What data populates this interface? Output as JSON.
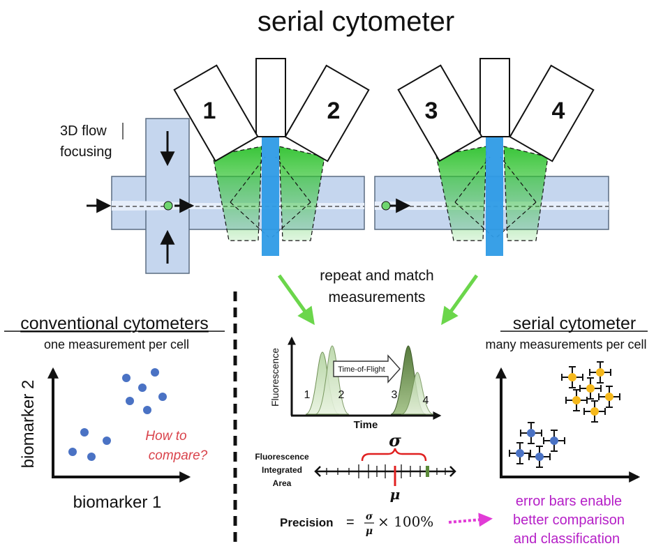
{
  "title": "serial cytometer",
  "top": {
    "focus_label_line1": "3D flow",
    "focus_label_line2": "focusing",
    "detector_labels": [
      "1",
      "2",
      "3",
      "4"
    ],
    "repeat_line1": "repeat and match",
    "repeat_line2": "measurements"
  },
  "left_panel": {
    "heading": "conventional cytometers",
    "subheading": "one measurement per cell",
    "ylabel": "biomarker 2",
    "xlabel": "biomarker 1",
    "question_line1": "How to",
    "question_line2": "compare?"
  },
  "center_panel": {
    "ylabel": "Fluorescence",
    "xlabel": "Time",
    "tof_label": "Time-of-Flight",
    "peak_labels": [
      "1",
      "2",
      "3",
      "4"
    ],
    "integrated_line1": "Fluorescence",
    "integrated_line2": "Integrated",
    "integrated_line3": "Area",
    "sigma": "σ",
    "mu": "μ",
    "precision_label": "Precision",
    "precision_eq": "=",
    "frac_num": "σ",
    "frac_den": "μ",
    "precision_rest": "× 100%"
  },
  "right_panel": {
    "heading": "serial cytometer",
    "subheading": "many measurements per cell",
    "note_line1": "error bars enable",
    "note_line2": "better comparison",
    "note_line3": "and classification"
  },
  "colors": {
    "channel_fill": "#c5d6ee",
    "channel_edge": "#5a6b80",
    "laser_blue": "#2e9be6",
    "beam_green": "#3cc93c",
    "cell_green": "#6fd66f",
    "dot_blue": "#4a72c4",
    "dot_yellow": "#f5b81c",
    "arrow_green": "#6bd64b",
    "question_red": "#d9434b",
    "note_purple": "#b51fc7",
    "dashed_magenta": "#e13bd6",
    "sigma_red": "#e02020"
  }
}
